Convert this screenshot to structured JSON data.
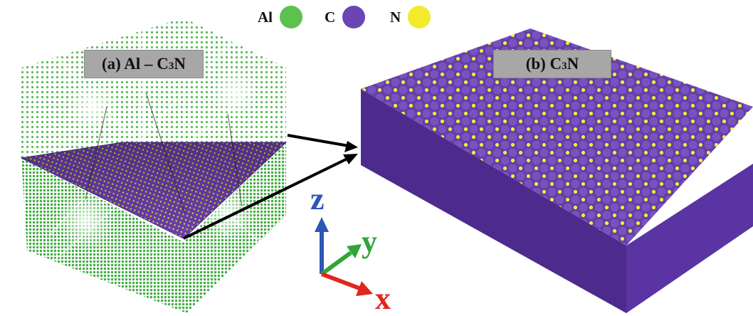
{
  "legend": {
    "items": [
      {
        "symbol": "Al",
        "color": "#5cc14e"
      },
      {
        "symbol": "C",
        "color": "#6a45b3"
      },
      {
        "symbol": "N",
        "color": "#f2ea2a"
      }
    ]
  },
  "panel_a": {
    "label_prefix": "(a) Al – C",
    "label_sub": "3",
    "label_suffix": "N"
  },
  "panel_b": {
    "label_prefix": "(b) C",
    "label_sub": "3",
    "label_suffix": "N"
  },
  "axes": {
    "z": {
      "label": "z",
      "color": "#2d56b5"
    },
    "y": {
      "label": "y",
      "color": "#2fa53a"
    },
    "x": {
      "label": "x",
      "color": "#e1261c"
    }
  },
  "colors": {
    "aluminum": "#5cc14e",
    "carbon": "#6a45b3",
    "nitrogen": "#f2ea2a",
    "arrow": "#000000"
  }
}
